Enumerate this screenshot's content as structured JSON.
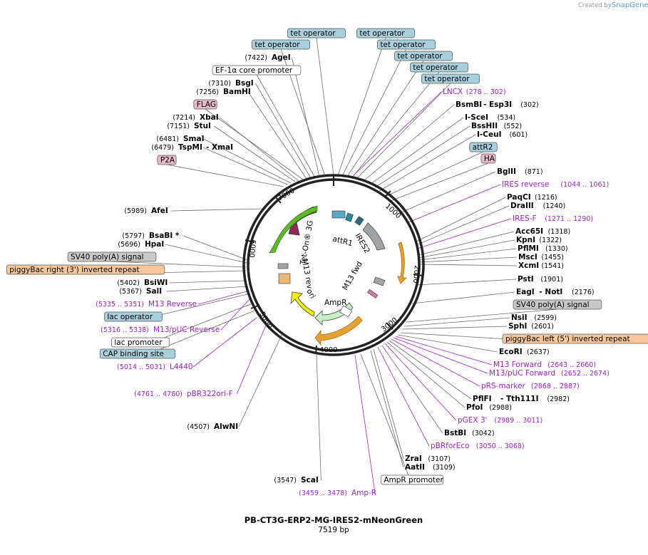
{
  "header": {
    "credit": "Created by",
    "logo": "SnapGene"
  },
  "plasmid": {
    "name": "PB-CT3G-ERP2-MG-IRES2-mNeonGreen",
    "length_label": "7519 bp"
  },
  "ring_ticks": [
    "1000",
    "2000",
    "3000",
    "4000",
    "5000",
    "6000",
    "7000"
  ],
  "inner_labels": [
    "Tet-On® 3G",
    "attR1",
    "IRES2",
    "M13 fwd",
    "AmpR",
    "ori",
    "M13 rev"
  ],
  "colors": {
    "ring": "#222222",
    "primer": "#a020c8",
    "tet": "#a8d0dc",
    "pink": "#e8b8c8",
    "orange": "#f8c89c",
    "gray": "#c8c8c8"
  },
  "labels": [
    {
      "type": "feature",
      "text": "tet operator",
      "bg": "#a8d0dc"
    },
    {
      "type": "feature",
      "text": "tet operator",
      "bg": "#a8d0dc"
    },
    {
      "type": "feature",
      "text": "tet operator",
      "bg": "#a8d0dc"
    },
    {
      "type": "feature",
      "text": "tet operator",
      "bg": "#a8d0dc"
    },
    {
      "type": "feature",
      "text": "tet operator",
      "bg": "#a8d0dc"
    },
    {
      "type": "feature",
      "text": "tet operator",
      "bg": "#a8d0dc"
    },
    {
      "type": "feature",
      "text": "tet operator",
      "bg": "#a8d0dc"
    },
    {
      "type": "site",
      "name": "AgeI",
      "pos": "(7422)"
    },
    {
      "type": "feature",
      "text": "EF-1α core promoter",
      "bg": "#ffffff"
    },
    {
      "type": "site",
      "name": "BsgI",
      "pos": "(7310)"
    },
    {
      "type": "site",
      "name": "BamHI",
      "pos": "(7256)"
    },
    {
      "type": "feature",
      "text": "FLAG",
      "bg": "#e8b8c8"
    },
    {
      "type": "site",
      "name": "XbaI",
      "pos": "(7214)"
    },
    {
      "type": "site",
      "name": "StuI",
      "pos": "(7151)"
    },
    {
      "type": "site",
      "name": "SmaI",
      "pos": "(6481)"
    },
    {
      "type": "site2",
      "name": "TspMI",
      "name2": "- XmaI",
      "pos": "(6479)"
    },
    {
      "type": "feature",
      "text": "P2A",
      "bg": "#e8b8c8"
    },
    {
      "type": "site",
      "name": "AfeI",
      "pos": "(5989)"
    },
    {
      "type": "site",
      "name": "BsaBI *",
      "pos": "(5797)"
    },
    {
      "type": "site",
      "name": "HpaI",
      "pos": "(5696)"
    },
    {
      "type": "feature",
      "text": "SV40 poly(A) signal",
      "bg": "#c8c8c8"
    },
    {
      "type": "feature",
      "text": "piggyBac right (3') inverted repeat",
      "bg": "#f8c89c"
    },
    {
      "type": "site",
      "name": "BsiWI",
      "pos": "(5402)"
    },
    {
      "type": "site",
      "name": "SalI",
      "pos": "(5367)"
    },
    {
      "type": "primer",
      "name": "M13 Reverse",
      "pos": "(5335 .. 5351)"
    },
    {
      "type": "feature",
      "text": "lac operator",
      "bg": "#a8d0dc"
    },
    {
      "type": "primer",
      "name": "M13/pUC Reverse",
      "pos": "(5316 .. 5338)"
    },
    {
      "type": "feature",
      "text": "lac promoter",
      "bg": "#ffffff"
    },
    {
      "type": "feature",
      "text": "CAP binding site",
      "bg": "#a8d0dc"
    },
    {
      "type": "primer",
      "name": "L4440",
      "pos": "(5014 .. 5031)"
    },
    {
      "type": "primer",
      "name": "pBR322ori-F",
      "pos": "(4761 .. 4780)"
    },
    {
      "type": "site",
      "name": "AlwNI",
      "pos": "(4507)"
    },
    {
      "type": "site",
      "name": "ScaI",
      "pos": "(3547)"
    },
    {
      "type": "primer",
      "name": "Amp-R",
      "pos": "(3459 .. 3478)"
    },
    {
      "type": "feature",
      "text": "AmpR promoter",
      "bg": "#ffffff"
    },
    {
      "type": "site",
      "name": "AatII",
      "pos": "(3109)"
    },
    {
      "type": "site",
      "name": "ZraI",
      "pos": "(3107)"
    },
    {
      "type": "primer",
      "name": "pBRforEco",
      "pos": "(3050 .. 3068)"
    },
    {
      "type": "site",
      "name": "BstBI",
      "pos": "(3042)"
    },
    {
      "type": "primer",
      "name": "pGEX 3'",
      "pos": "(2989 .. 3011)"
    },
    {
      "type": "site",
      "name": "PfoI",
      "pos": "(2988)"
    },
    {
      "type": "site2",
      "name": "PflFI",
      "name2": "- Tth111I",
      "pos": "(2982)"
    },
    {
      "type": "primer",
      "name": "pRS-marker",
      "pos": "(2868 .. 2887)"
    },
    {
      "type": "primer",
      "name": "M13/pUC Forward",
      "pos": "(2652 .. 2674)"
    },
    {
      "type": "primer",
      "name": "M13 Forward",
      "pos": "(2643 .. 2660)"
    },
    {
      "type": "site",
      "name": "EcoRI",
      "pos": "(2637)"
    },
    {
      "type": "feature",
      "text": "piggyBac left (5') inverted repeat",
      "bg": "#f8c89c"
    },
    {
      "type": "site",
      "name": "SphI",
      "pos": "(2601)"
    },
    {
      "type": "site",
      "name": "NsiI",
      "pos": "(2599)"
    },
    {
      "type": "feature",
      "text": "SV40 poly(A) signal",
      "bg": "#c8c8c8"
    },
    {
      "type": "site2",
      "name": "EagI",
      "name2": "- NotI",
      "pos": "(2176)"
    },
    {
      "type": "site",
      "name": "PstI",
      "pos": "(1901)"
    },
    {
      "type": "site",
      "name": "XcmI",
      "pos": "(1541)"
    },
    {
      "type": "site",
      "name": "MscI",
      "pos": "(1455)"
    },
    {
      "type": "site",
      "name": "PflMI",
      "pos": "(1330)"
    },
    {
      "type": "site",
      "name": "KpnI",
      "pos": "(1322)"
    },
    {
      "type": "site",
      "name": "Acc65I",
      "pos": "(1318)"
    },
    {
      "type": "primer",
      "name": "IRES-F",
      "pos": "(1271 .. 1290)"
    },
    {
      "type": "site",
      "name": "DraIII",
      "pos": "(1240)"
    },
    {
      "type": "site",
      "name": "PaqCI",
      "pos": "(1216)"
    },
    {
      "type": "primer",
      "name": "IRES reverse",
      "pos": "(1044 .. 1061)"
    },
    {
      "type": "site",
      "name": "BglII",
      "pos": "(871)"
    },
    {
      "type": "feature",
      "text": "HA",
      "bg": "#e8b8c8"
    },
    {
      "type": "feature",
      "text": "attR2",
      "bg": "#a8d0dc"
    },
    {
      "type": "site",
      "name": "I-CeuI",
      "pos": "(601)"
    },
    {
      "type": "site",
      "name": "BssHII",
      "pos": "(552)"
    },
    {
      "type": "site",
      "name": "I-SceI",
      "pos": "(534)"
    },
    {
      "type": "site2",
      "name": "BsmBI",
      "name2": "- Esp3I",
      "pos": "(302)"
    },
    {
      "type": "primer",
      "name": "LNCX",
      "pos": "(278 .. 302)"
    }
  ]
}
